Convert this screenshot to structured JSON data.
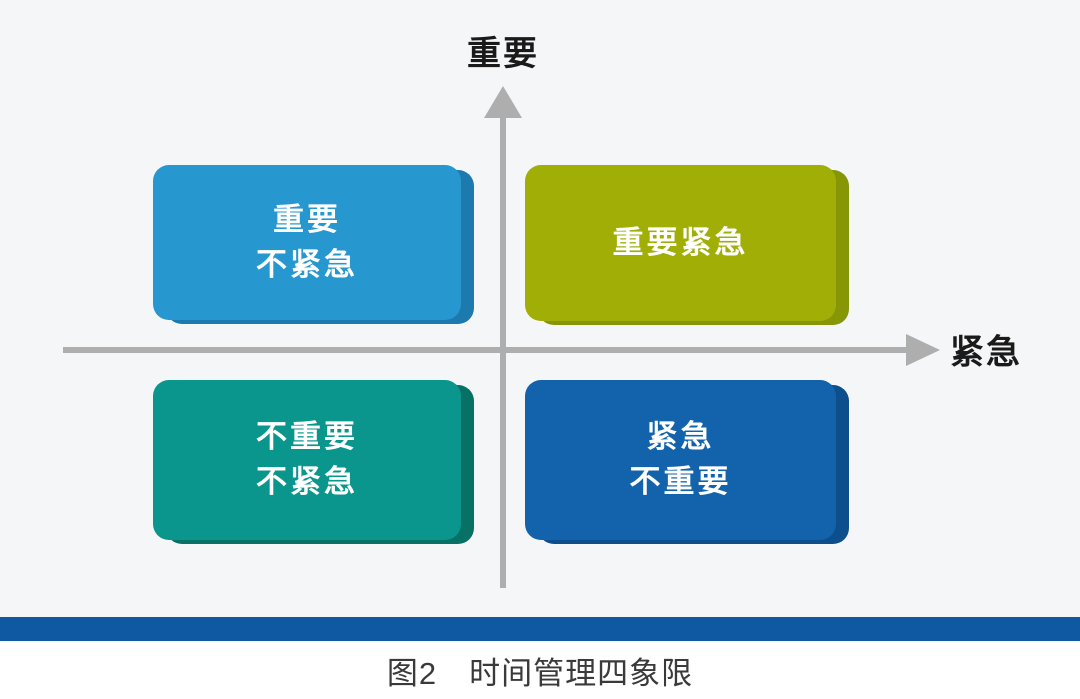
{
  "page": {
    "background_color": "#f5f6f7",
    "lower_background_color": "#ffffff"
  },
  "axes": {
    "y_label": "重要",
    "x_label": "紧急",
    "line_color": "#aeaeae",
    "label_color": "#1a1a1a"
  },
  "quadrants": {
    "top_left": {
      "line1": "重要",
      "line2": "不紧急",
      "face_color": "#2697cf",
      "edge_color": "#1c7aae",
      "text_color": "#ffffff"
    },
    "top_right": {
      "line1": "重要紧急",
      "line2": "",
      "face_color": "#a0ae06",
      "edge_color": "#879605",
      "text_color": "#ffffff"
    },
    "bottom_left": {
      "line1": "不重要",
      "line2": "不紧急",
      "face_color": "#0b968d",
      "edge_color": "#087165",
      "text_color": "#ffffff"
    },
    "bottom_right": {
      "line1": "紧急",
      "line2": "不重要",
      "face_color": "#1263ac",
      "edge_color": "#0d4e8c",
      "text_color": "#ffffff"
    }
  },
  "footer": {
    "bar_color": "#0e59a1",
    "caption": "图2　时间管理四象限",
    "caption_color": "#3a3a3a"
  }
}
